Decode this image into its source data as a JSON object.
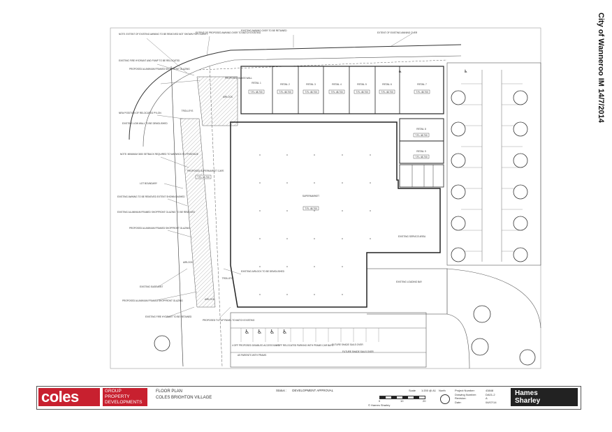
{
  "stamp": {
    "text": "City of Wanneroo IM  14/7/2014"
  },
  "notes": [
    "NOTE: EXTENT OF EXISTING AWNING TO BE REMOVED NOT SHOWN FOR CLARITY",
    "EXTENT OF PROPOSED AWNING OVER TO MATCH EXISTING",
    "EXISTING AWNING OVER TO BE RETAINED",
    "EXTENT OF EXISTING AWNING OVER",
    "EXISTING FIRE HYDRANT AND PUMP TO BE RELOCATED",
    "PROPOSED ALUMINIUM FRAMED SHOPFRONT GLAZING",
    "PROPOSED GLASS WALL",
    "NEW POSITION OF RELOCATED PYLON",
    "EXISTING LOW WALL TO BE DEMOLISHED",
    "NOTE: MINIMUM 3000 SETBACK REQUIRED TO WARWICK RD FRONTAGE",
    "PROPOSED SUPERMARKET CAFE",
    "LOT BOUNDARY",
    "EXISTING AWNING TO BE REMOVED EXTENT SHOWN DASHED",
    "EXISTING ALUMINIUM FRAMED SHOPFRONT GLAZING TO BE REMOVED",
    "PROPOSED ALUMINIUM FRAMED SHOPFRONT GLAZING",
    "EXISTING EASEMENT",
    "PROPOSED ALUMINIUM FRAMED SHOPFRONT GLAZING",
    "EXISTING FIRE HYDRANT TO BE RETAINED",
    "PROPOSED TILT UP PANEL TO MATCH EXISTING",
    "EXISTING AIRLOCK TO BE DEMOLISHED",
    "EXISTING SERVICE AREA",
    "EXISTING LOADING BAY",
    "4 OFF PROPOSED DISABLED ACCESS BAYS",
    "4 OFF RELOCATED PARKING WITH PRAMS CAR BAYS",
    "FUTURE SHADE SAILS OVER",
    "FUTURE SHADE SAILS OVER",
    "AS PARENTS WITH PRAMS"
  ],
  "rooms": [
    {
      "name": "RETAIL 1"
    },
    {
      "name": "RETAIL 2"
    },
    {
      "name": "RETAIL 3"
    },
    {
      "name": "RETAIL 4"
    },
    {
      "name": "RETAIL 5"
    },
    {
      "name": "RETAIL 6"
    },
    {
      "name": "RETAIL 7"
    },
    {
      "name": "RETAIL 8"
    },
    {
      "name": "RETAIL 9"
    },
    {
      "name": "SUPERMARKET"
    },
    {
      "name": "AIRLOCK"
    },
    {
      "name": "AIRLOCK"
    },
    {
      "name": "AIRLOCK"
    },
    {
      "name": "TROLLEYS"
    },
    {
      "name": "TROLLEYS"
    }
  ],
  "level_tags": [
    "T.F.L 48.700",
    "T.F.L 48.700",
    "T.F.L 48.700",
    "T.F.L 48.700",
    "T.F.L 48.700",
    "T.F.L 48.700",
    "T.F.L 48.700",
    "T.F.L 48.700",
    "T.F.L 48.700",
    "T.F.L 48.700",
    "T.F.L 48.700"
  ],
  "title_block": {
    "brand": "coles",
    "group_lines": [
      "GROUP",
      "PROPERTY",
      "DEVELOPMENTS"
    ],
    "drawing_title": "FLOOR PLAN",
    "project_name": "COLES BRIGHTON VILLAGE",
    "status_label": "Status :",
    "status_value": "DEVELOPMENT APPROVAL",
    "scale_label": "Scale",
    "scale_value": "1:200 @ A1",
    "scale_ticks": [
      "0",
      "10",
      "20"
    ],
    "copyright": "© Hames Sharley",
    "north_label": "North",
    "project_number_label": "Project Number:",
    "project_number": "43848",
    "drawing_number_label": "Drawing Number:",
    "drawing_number": "DA01-2",
    "revision_label": "Revision:",
    "revision": "A",
    "date_label": "Date:",
    "date": "04/07/14",
    "architect_lines": [
      "Hames",
      "Sharley"
    ]
  },
  "colors": {
    "coles_red": "#c8202f",
    "architect_dark": "#222222",
    "line": "#333333"
  }
}
